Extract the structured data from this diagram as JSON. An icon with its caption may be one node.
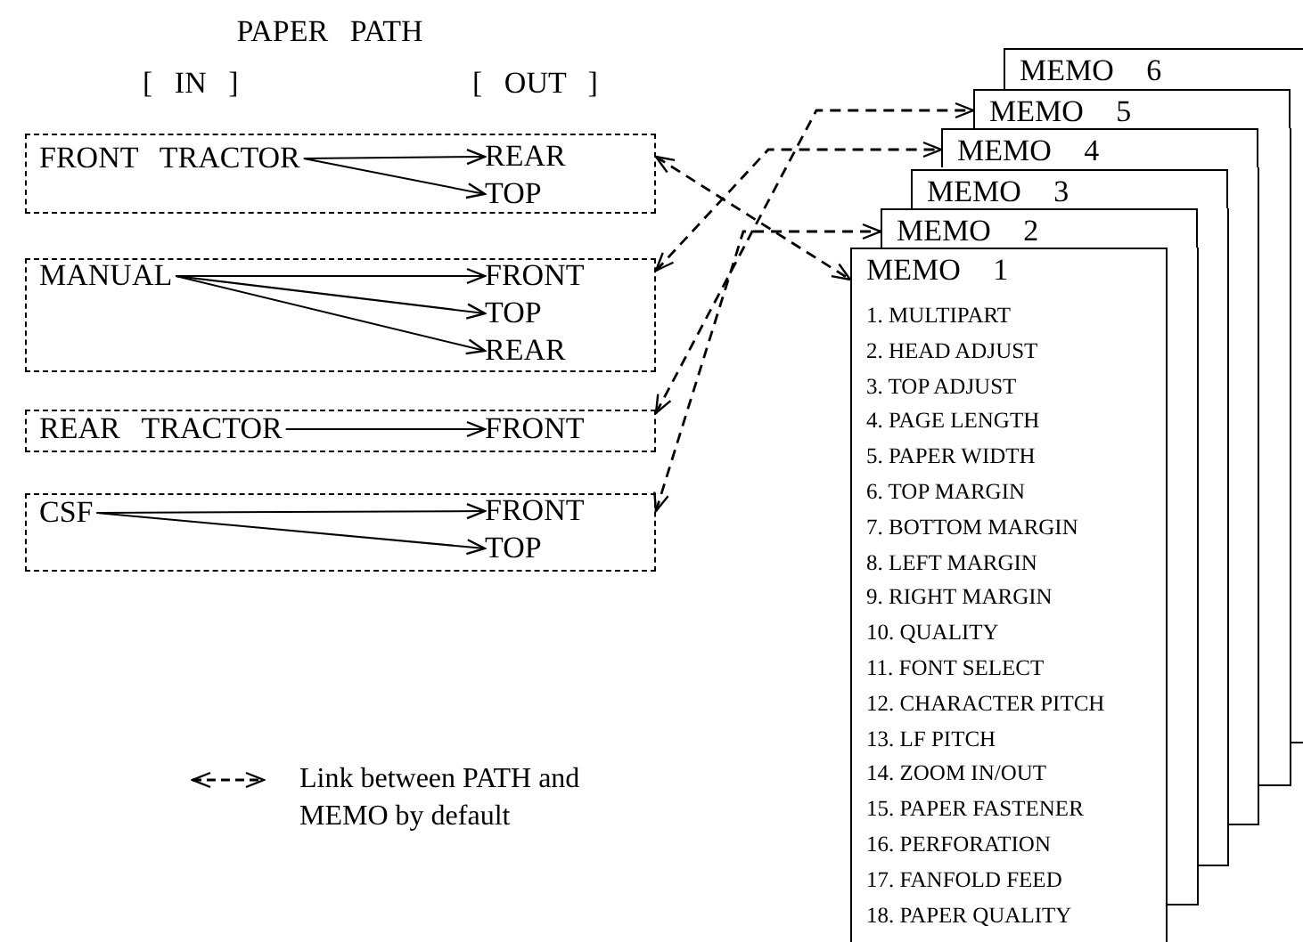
{
  "diagram": {
    "title": "PAPER PATH",
    "nodes": [
      {
        "text": [],
        "shape": "box"
      },
      {
        "text": [
          "FRONT TRACTOR"
        ],
        "in": 0
      },
      {
        "text": [
          "REAR"
        ],
        "in": 0
      },
      {
        "text": [
          "TOP"
        ],
        "in": 0
      },
      {
        "text": [],
        "shape": "box"
      },
      {
        "text": [
          "MANUAL"
        ],
        "in": 4
      },
      {
        "text": [
          "FRONT"
        ],
        "in": 4
      },
      {
        "text": [
          "TOP"
        ],
        "in": 4
      },
      {
        "text": [
          "REAR"
        ],
        "in": 4
      },
      {
        "text": [],
        "shape": "box"
      },
      {
        "text": [
          "REAR TRACTOR"
        ],
        "in": 9
      },
      {
        "text": [
          "FRONT"
        ],
        "in": 9
      },
      {
        "text": [],
        "shape": "box"
      },
      {
        "text": [
          "CSF"
        ],
        "in": 12
      },
      {
        "text": [
          "FRONT"
        ],
        "in": 12
      },
      {
        "text": [
          "TOP"
        ],
        "in": 12
      },
      {
        "text": [
          "MEMO 1",
          "1. MULTIPART",
          "2. HEAD ADJUST",
          "3. TOP ADJUST",
          "4. PAGE LENGTH",
          "5. PAPER WIDTH",
          "6. TOP MARGIN",
          "7. BOTTOM MARGIN",
          "8. LEFT MARGIN",
          "9. RIGHT MARGIN",
          "10. QUALITY",
          "11. FONT SELECT",
          "12. CHARACTER PITCH",
          "13. LF PITCH",
          "14. ZOOM IN/OUT",
          "15. PAPER FASTENER",
          "16. PERFORATION",
          "17. FANFOLD FEED",
          "18. PAPER QUALITY"
        ]
      },
      {
        "text": [
          "MEMO 2"
        ]
      },
      {
        "text": [
          "MEMO 3"
        ]
      },
      {
        "text": [
          "MEMO 4"
        ]
      },
      {
        "text": [
          "MEMO 5"
        ]
      },
      {
        "text": [
          "MEMO 6"
        ]
      }
    ],
    "edges": [
      {
        "from": 1,
        "to": 2,
        "arrow": "to"
      },
      {
        "from": 1,
        "to": 3,
        "arrow": "to"
      },
      {
        "from": 5,
        "to": 6,
        "arrow": "to"
      },
      {
        "from": 5,
        "to": 7,
        "arrow": "to"
      },
      {
        "from": 5,
        "to": 8,
        "arrow": "to"
      },
      {
        "from": 10,
        "to": 11,
        "arrow": "to"
      },
      {
        "from": 13,
        "to": 14,
        "arrow": "to"
      },
      {
        "from": 13,
        "to": 15,
        "arrow": "to"
      },
      {
        "from": 0,
        "to": 16,
        "arrow": "both",
        "style": "dashed"
      },
      {
        "from": 4,
        "to": 19,
        "arrow": "both",
        "style": "dashed"
      },
      {
        "from": 9,
        "to": 20,
        "arrow": "both",
        "style": "dashed"
      },
      {
        "from": 12,
        "to": 17,
        "arrow": "both",
        "style": "dashed"
      }
    ],
    "labels": [
      "[ IN ]",
      "[ OUT ]"
    ],
    "legend": [
      {
        "text": "Link between PATH and MEMO by default"
      }
    ]
  }
}
